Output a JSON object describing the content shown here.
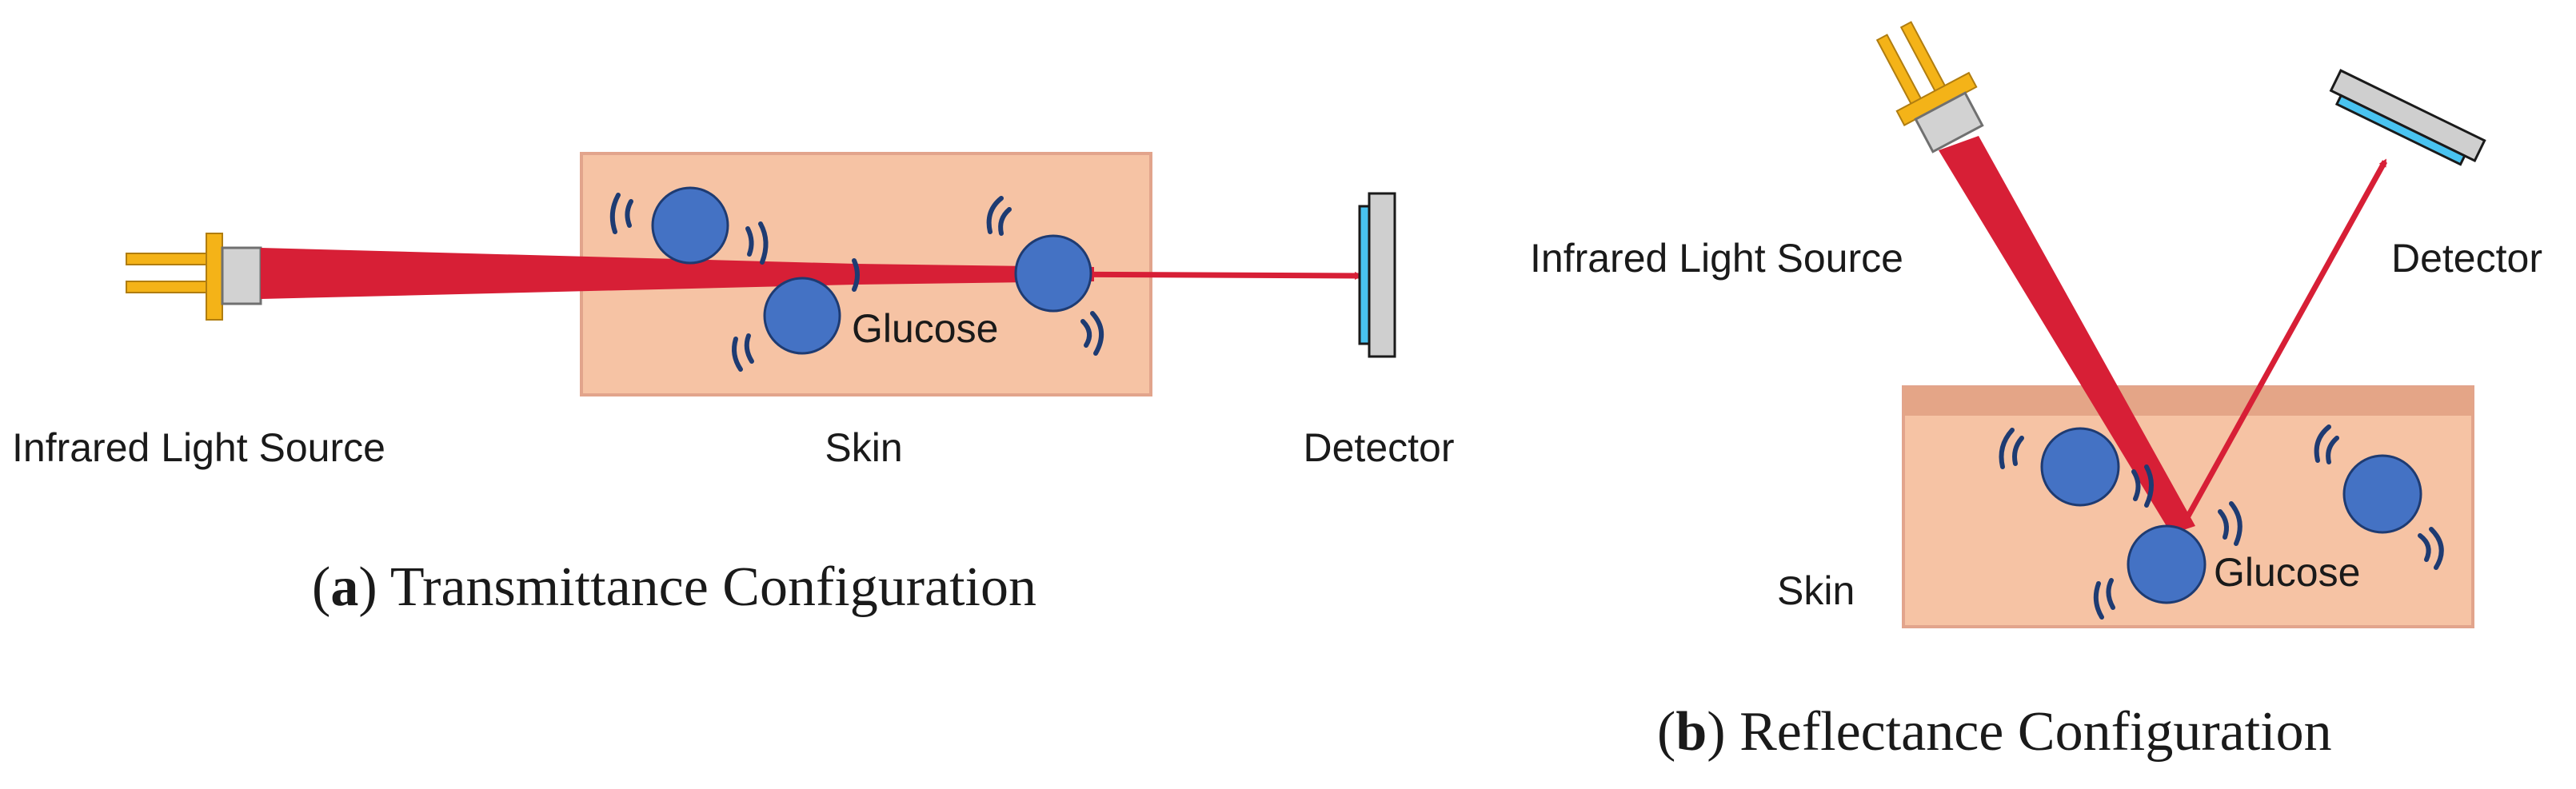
{
  "panel_a": {
    "label_letter": "a",
    "label_text": "Transmittance Configuration",
    "source_label": "Infrared Light Source",
    "skin_label": "Skin",
    "detector_label": "Detector",
    "glucose_label": "Glucose"
  },
  "panel_b": {
    "label_letter": "b",
    "label_text": "Reflectance Configuration",
    "source_label": "Infrared Light Source",
    "skin_label": "Skin",
    "detector_label": "Detector",
    "glucose_label": "Glucose"
  },
  "colors": {
    "skin": "#f6c3a4",
    "skin_top": "#e4a587",
    "skin_border": "#e2a48c",
    "beam": "#d71f36",
    "molecule": "#4472c4",
    "molecule_border": "#1e3b72",
    "vibration": "#1e3b72",
    "emitter_gold": "#f4b318",
    "emitter_body": "#d2d2d2",
    "detector_body": "#cfcfcf",
    "detector_sensor": "#49c3f0"
  }
}
